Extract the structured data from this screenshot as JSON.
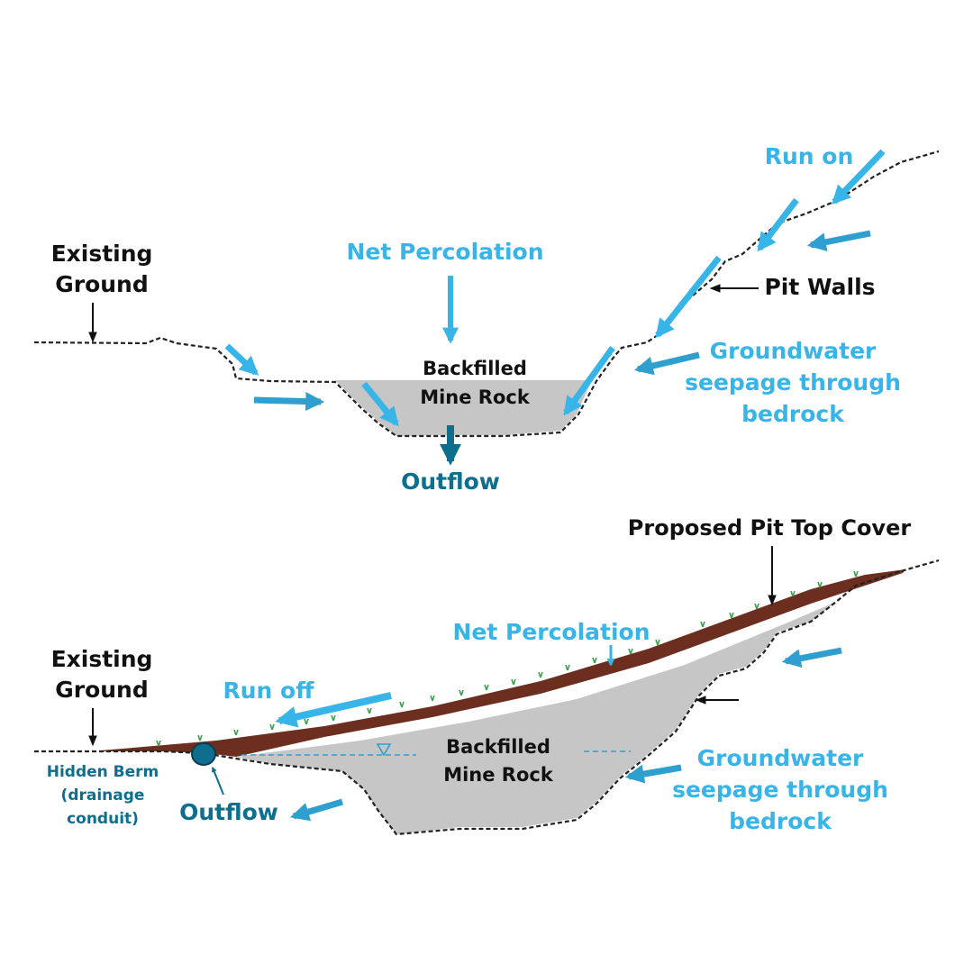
{
  "colors": {
    "light_blue": "#38b5e8",
    "mid_blue": "#2e9fcf",
    "dark_blue": "#0e6e8e",
    "fill_gray": "#c6c6c6",
    "cover_brown": "#6b2e1f",
    "vegetation_green": "#3aa04a",
    "text_black": "#111111"
  },
  "top": {
    "existing_ground_1": "Existing",
    "existing_ground_2": "Ground",
    "net_percolation": "Net Percolation",
    "backfilled_1": "Backfilled",
    "backfilled_2": "Mine Rock",
    "outflow": "Outflow",
    "run_on": "Run on",
    "pit_walls": "Pit Walls",
    "groundwater_1": "Groundwater",
    "groundwater_2": "seepage through",
    "groundwater_3": "bedrock"
  },
  "bottom": {
    "proposed_cover": "Proposed Pit Top Cover",
    "net_percolation": "Net Percolation",
    "existing_ground_1": "Existing",
    "existing_ground_2": "Ground",
    "run_off": "Run off",
    "backfilled_1": "Backfilled",
    "backfilled_2": "Mine Rock",
    "hidden_berm_1": "Hidden Berm",
    "hidden_berm_2": "(drainage",
    "hidden_berm_3": "conduit)",
    "outflow": "Outflow",
    "groundwater_1": "Groundwater",
    "groundwater_2": "seepage through",
    "groundwater_3": "bedrock"
  }
}
